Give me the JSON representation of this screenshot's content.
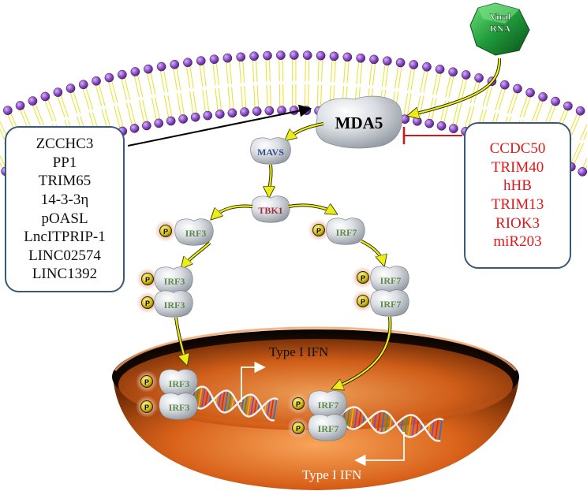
{
  "virus": {
    "line1": "Viral",
    "line2": "RNA"
  },
  "receptor": {
    "label": "MDA5"
  },
  "adaptor": {
    "label": "MAVS"
  },
  "kinase": {
    "label": "TBK1"
  },
  "transcription_factors": {
    "irf3": "IRF3",
    "irf7": "IRF7"
  },
  "phospho_mark": "P",
  "positive_regulators": [
    "ZCCHC3",
    "PP1",
    "TRIM65",
    "14-3-3η",
    "pOASL",
    "LncITPRIP-1",
    "LINC02574",
    "LINC1392"
  ],
  "negative_regulators": [
    "CCDC50",
    "TRIM40",
    "hHB",
    "TRIM13",
    "RIOK3",
    "miR203"
  ],
  "outputs": {
    "left": "Type I IFN",
    "right": "Type I IFN"
  },
  "colors": {
    "membrane_head": "#8f4fc8",
    "membrane_tail": "#e8e43c",
    "pathway_arrow": "#ecec1a",
    "inhibition": "#cc1b1b",
    "positive_text": "#111111",
    "negative_text": "#e0191b",
    "box_border": "#3b5876",
    "virus": "#1f9a3a",
    "nucleus": "#d9621a",
    "mavs_text": "#2e4d8a",
    "tbk1_text": "#9c2d3a",
    "irf_text": "#5e8a4a"
  }
}
